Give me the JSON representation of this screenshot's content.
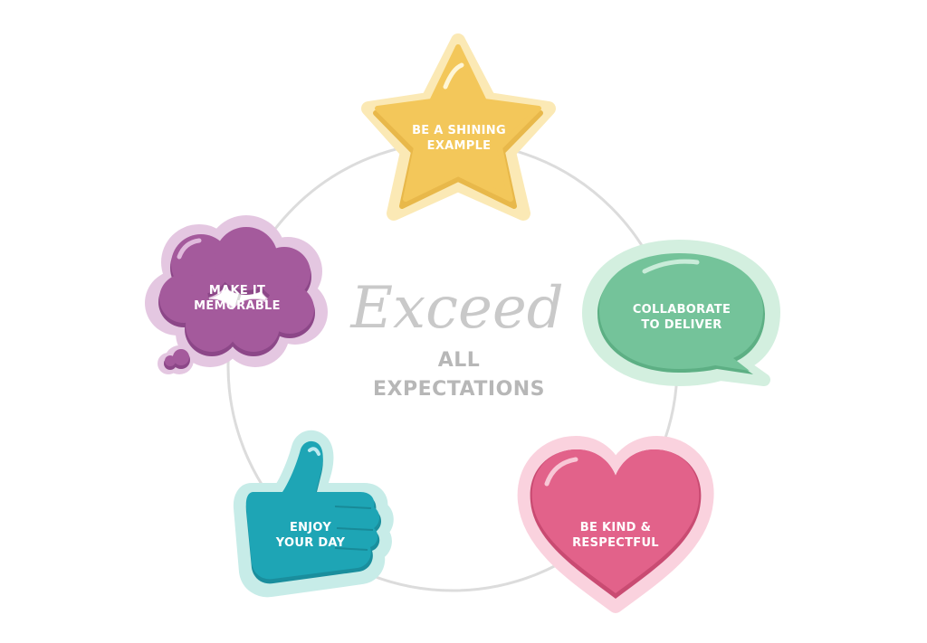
{
  "center": {
    "script_word": "Exceed",
    "line_1": "ALL",
    "line_2": "EXPECTATIONS"
  },
  "items": [
    {
      "id": "star",
      "shape": "star-icon",
      "color": "#f3c75a",
      "lines": [
        "BE A SHINING",
        "EXAMPLE"
      ]
    },
    {
      "id": "speech",
      "shape": "speech-bubble-icon",
      "color": "#74c39a",
      "lines": [
        "COLLABORATE",
        "TO DELIVER"
      ]
    },
    {
      "id": "heart",
      "shape": "heart-icon",
      "color": "#e2628a",
      "lines": [
        "BE KIND &",
        "RESPECTFUL"
      ]
    },
    {
      "id": "thumb",
      "shape": "thumbs-up-icon",
      "color": "#1ea5b5",
      "lines": [
        "ENJOY",
        "YOUR DAY"
      ]
    },
    {
      "id": "cloud",
      "shape": "cloud-icon",
      "color": "#a45a9c",
      "lines": [
        "MAKE IT",
        "MEMORABLE"
      ]
    }
  ],
  "colors": {
    "ring": "#dcdcdc",
    "star_outline": "#fbe9b5",
    "speech_outline": "#d3efdf",
    "heart_outline": "#fad2de",
    "thumb_outline": "#c7ece8",
    "cloud_outline": "#e4c7e1"
  }
}
